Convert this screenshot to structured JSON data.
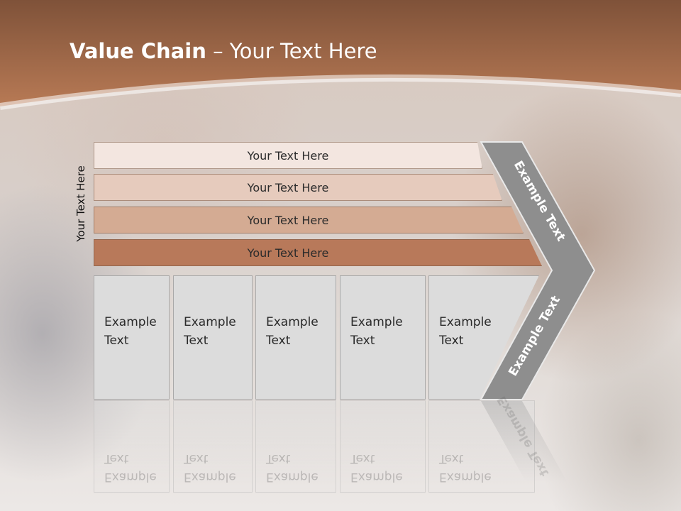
{
  "slide": {
    "title_bold": "Value Chain",
    "title_rest": " – Your Text Here",
    "side_label": "Your Text Here",
    "bars": [
      {
        "label": "Your Text Here",
        "color": "#f3e6e0"
      },
      {
        "label": "Your Text Here",
        "color": "#e6cbbd"
      },
      {
        "label": "Your Text Here",
        "color": "#d4ab93"
      },
      {
        "label": "Your Text Here",
        "color": "#b8795a"
      }
    ],
    "boxes": [
      {
        "line1": "Example",
        "line2": "Text"
      },
      {
        "line1": "Example",
        "line2": "Text"
      },
      {
        "line1": "Example",
        "line2": "Text"
      },
      {
        "line1": "Example",
        "line2": "Text"
      },
      {
        "line1": "Example",
        "line2": "Text"
      }
    ],
    "chevron_top_label": "Example Text",
    "chevron_bottom_label": "Example Text",
    "colors": {
      "header_brown": "#b07050",
      "chevron_gray": "#8e8e8e",
      "box_gray": "#dcdcdc"
    }
  }
}
